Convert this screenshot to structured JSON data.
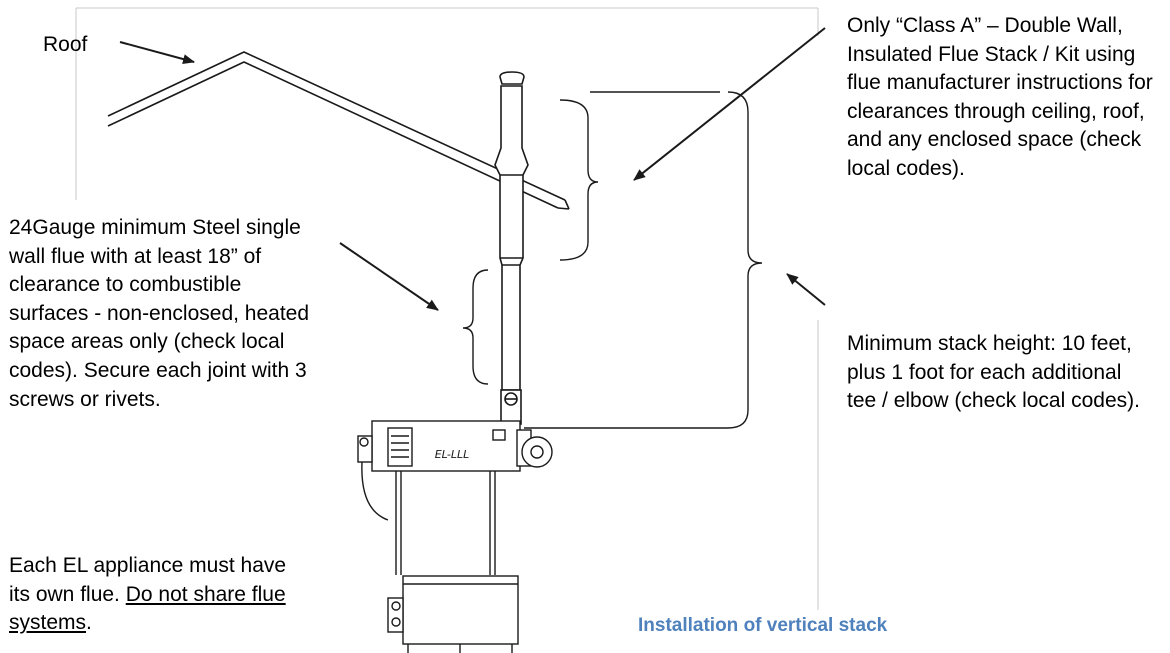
{
  "labels": {
    "roof": "Roof",
    "class_a_note": "Only “Class A” – Double Wall, Insulated Flue Stack / Kit using flue manufacturer instructions for clearances through ceiling, roof, and any enclosed space (check local codes).",
    "single_wall_note": "24Gauge minimum Steel single wall flue with at least 18” of clearance to combustible surfaces - non-enclosed, heated space areas only (check local codes). Secure each joint with 3 screws or rivets.",
    "own_flue_lead": "Each EL appliance must have its own flue. ",
    "own_flue_emphasis": "Do not share flue systems",
    "own_flue_end": ".",
    "min_height_note": "Minimum stack height: 10 feet, plus 1 foot for each additional tee / elbow (check local codes).",
    "heater_badge": "EL-LLL"
  },
  "caption": {
    "text": "Installation of vertical stack",
    "color": "#4f81bd"
  },
  "colors": {
    "line": "#1a1a1a",
    "frame": "#c8c8c8",
    "text": "#000000"
  }
}
